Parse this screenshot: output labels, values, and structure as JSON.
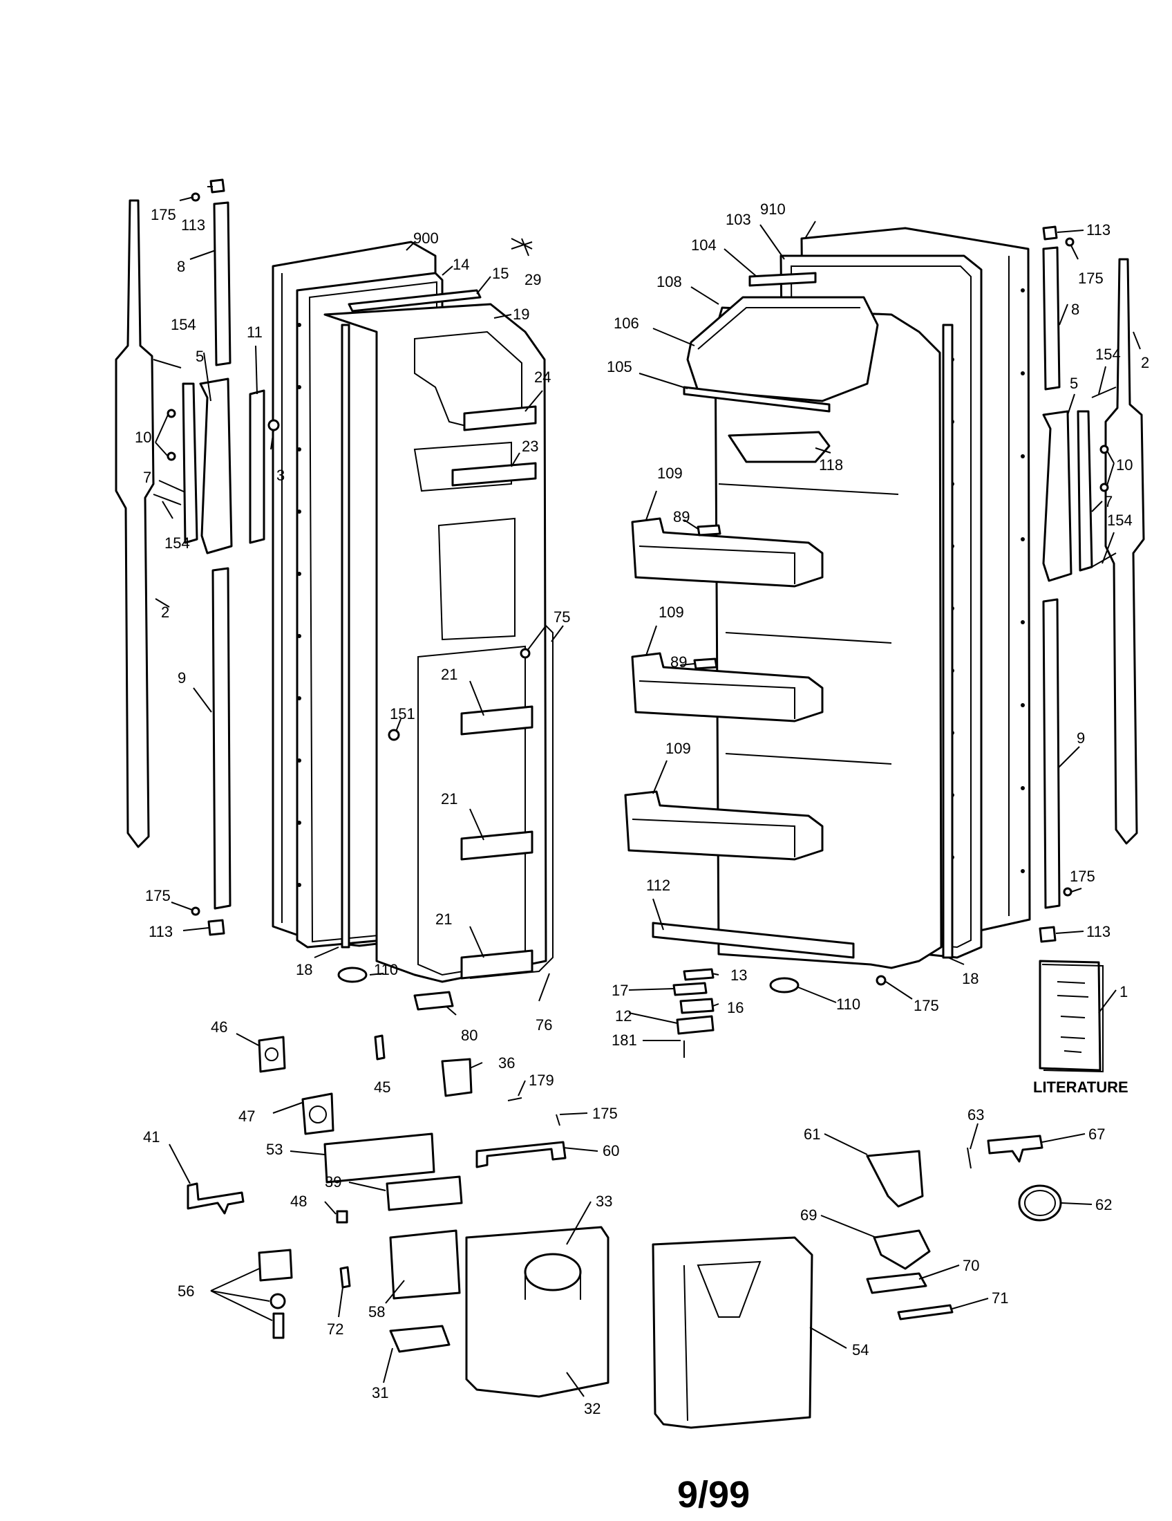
{
  "callouts": {
    "c175_tl": "175",
    "c113_tl": "113",
    "c8_l": "8",
    "c154_l_top": "154",
    "c5_l": "5",
    "c11": "11",
    "c10_l": "10",
    "c3": "3",
    "c7_l": "7",
    "c154_l_bot": "154",
    "c2_l": "2",
    "c9_l": "9",
    "c175_bl": "175",
    "c113_bl": "113",
    "c18_l": "18",
    "c110_l": "110",
    "c900": "900",
    "c14": "14",
    "c15": "15",
    "c29": "29",
    "c19": "19",
    "c24": "24",
    "c23": "23",
    "c75": "75",
    "c21_a": "21",
    "c21_b": "21",
    "c21_c": "21",
    "c151": "151",
    "c80": "80",
    "c76": "76",
    "c910": "910",
    "c103": "103",
    "c104": "104",
    "c108": "108",
    "c106": "106",
    "c105": "105",
    "c118": "118",
    "c109_a": "109",
    "c89_a": "89",
    "c109_b": "109",
    "c89_b": "89",
    "c109_c": "109",
    "c112": "112",
    "c13": "13",
    "c17": "17",
    "c16": "16",
    "c12": "12",
    "c181": "181",
    "c110_r": "110",
    "c175_mr": "175",
    "c18_r": "18",
    "c113_tr": "113",
    "c175_tr": "175",
    "c8_r": "8",
    "c2_r": "2",
    "c154_r_top": "154",
    "c5_r": "5",
    "c10_r": "10",
    "c7_r": "7",
    "c154_r_bot": "154",
    "c9_r": "9",
    "c175_br": "175",
    "c113_br": "113",
    "c1": "1",
    "c46": "46",
    "c45": "45",
    "c36": "36",
    "c179": "179",
    "c47": "47",
    "c175_m": "175",
    "c41": "41",
    "c53": "53",
    "c60": "60",
    "c39": "39",
    "c48": "48",
    "c33": "33",
    "c56": "56",
    "c58": "58",
    "c72": "72",
    "c31": "31",
    "c32": "32",
    "c54": "54",
    "c61": "61",
    "c63": "63",
    "c67": "67",
    "c62": "62",
    "c69": "69",
    "c70": "70",
    "c71": "71"
  },
  "literature_label": "LITERATURE",
  "page_code": "9/99"
}
